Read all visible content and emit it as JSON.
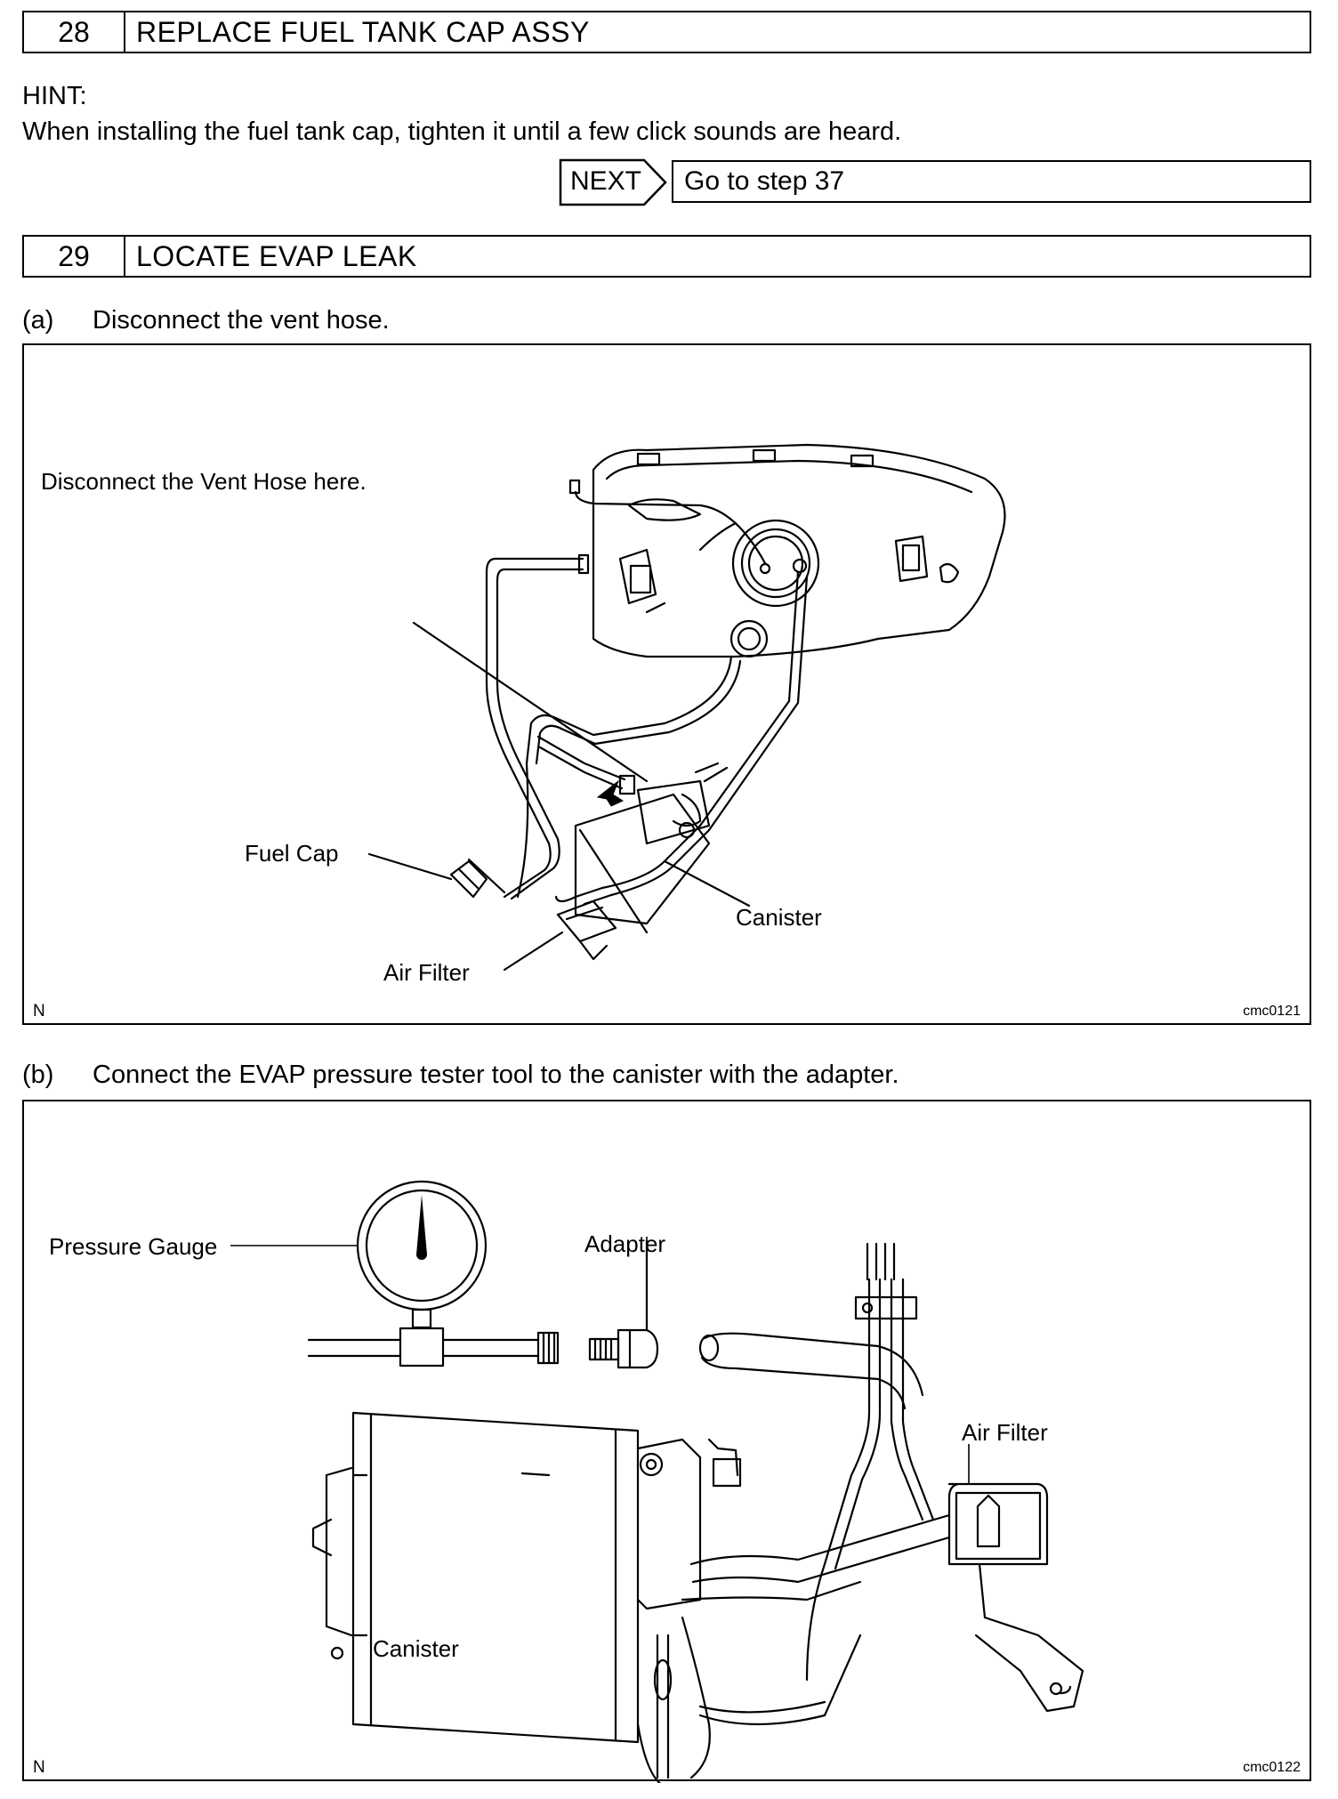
{
  "step28": {
    "number": "28",
    "title": "REPLACE FUEL TANK CAP ASSY",
    "hint_label": "HINT:",
    "hint_text": "When installing the fuel tank cap, tighten it until a few click sounds are heard.",
    "next_label": "NEXT",
    "next_target": "Go to step 37"
  },
  "step29": {
    "number": "29",
    "title": "LOCATE EVAP LEAK",
    "sub_a": {
      "marker": "(a)",
      "text": "Disconnect the vent hose."
    },
    "sub_b": {
      "marker": "(b)",
      "text": "Connect the EVAP pressure tester tool to the canister with the adapter."
    }
  },
  "figure1": {
    "labels": {
      "disconnect": "Disconnect the Vent Hose here.",
      "fuel_cap": "Fuel Cap",
      "canister": "Canister",
      "air_filter": "Air Filter"
    },
    "corner_mark": "N",
    "code": "cmc0121"
  },
  "figure2": {
    "labels": {
      "pressure_gauge": "Pressure Gauge",
      "adapter": "Adapter",
      "air_filter": "Air Filter",
      "canister": "Canister"
    },
    "corner_mark": "N",
    "code": "cmc0122"
  }
}
